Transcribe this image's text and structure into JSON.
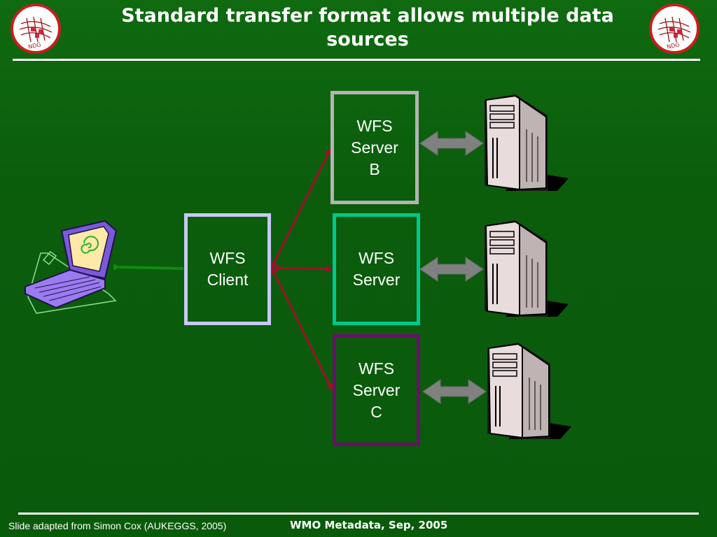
{
  "slide": {
    "title": "Standard transfer format allows multiple data sources",
    "footer_left": "Slide adapted from Simon Cox (AUKEGGS, 2005)",
    "footer_center": "WMO Metadata, Sep, 2005"
  },
  "logo": {
    "text": "NDG"
  },
  "boxes": {
    "client": "WFS\nClient",
    "server_b": "WFS\nServer\nB",
    "server_a": "WFS\nServer",
    "server_c": "WFS\nServer\nC"
  },
  "icons": [
    "laptop-icon",
    "server-tower-icon",
    "double-arrow-icon",
    "ndg-logo-icon"
  ],
  "colors": {
    "background": "#0b5d0c",
    "client_border": "#c8c8f4",
    "server_b_border": "#b4b4b4",
    "server_a_border": "#00c88c",
    "server_c_border": "#6a0f6a",
    "connector": "#a0102a",
    "double_arrow": "#808080"
  }
}
